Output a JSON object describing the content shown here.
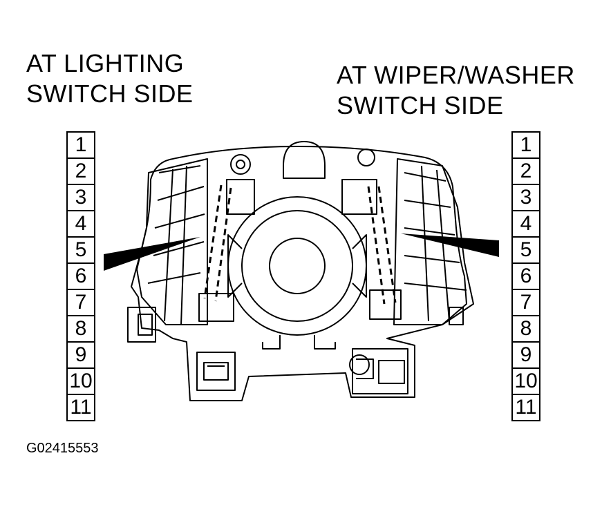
{
  "labels": {
    "left_line1": "AT LIGHTING",
    "left_line2": "SWITCH SIDE",
    "right_line1": "AT WIPER/WASHER",
    "right_line2": "SWITCH SIDE"
  },
  "left_pins": [
    "1",
    "2",
    "3",
    "4",
    "5",
    "6",
    "7",
    "8",
    "9",
    "10",
    "11"
  ],
  "right_pins": [
    "1",
    "2",
    "3",
    "4",
    "5",
    "6",
    "7",
    "8",
    "9",
    "10",
    "11"
  ],
  "figure_code": "G02415553"
}
